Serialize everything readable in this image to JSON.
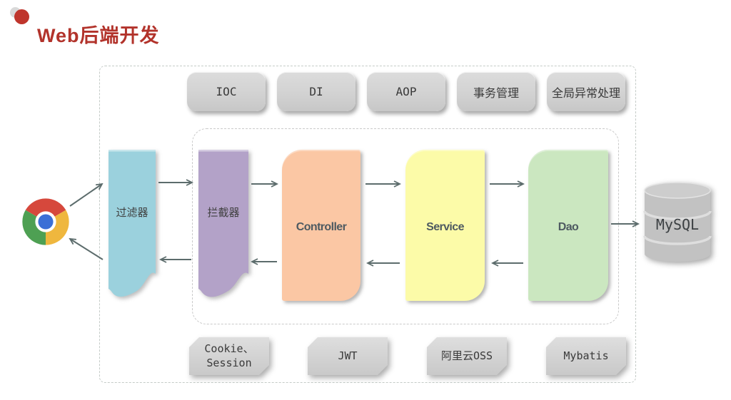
{
  "header": {
    "title": "Web后端开发"
  },
  "spring_features": {
    "items": [
      {
        "label": "IOC"
      },
      {
        "label": "DI"
      },
      {
        "label": "AOP"
      },
      {
        "label": "事务管理"
      },
      {
        "label": "全局异常处理"
      }
    ]
  },
  "pipeline": {
    "browser_icon": "chrome-browser-icon",
    "stages": [
      {
        "label": "过滤器",
        "color": "#9BD1DD"
      },
      {
        "label": "拦截器",
        "color": "#B3A2C8"
      },
      {
        "label": "Controller",
        "color": "#FBC7A4"
      },
      {
        "label": "Service",
        "color": "#FCFBA8"
      },
      {
        "label": "Dao",
        "color": "#CBE7C0"
      }
    ],
    "database": {
      "label": "MySQL",
      "color": "#C2C2C2",
      "icon": "database-cylinder-icon"
    }
  },
  "tech_tags": {
    "items": [
      {
        "label": "Cookie、Session",
        "line1": "Cookie、",
        "line2": "Session"
      },
      {
        "label": "JWT"
      },
      {
        "label": "阿里云OSS"
      },
      {
        "label": "Mybatis"
      }
    ]
  },
  "colors": {
    "title_red": "#B2332B",
    "accent_dot_red": "#BF352C",
    "arrow": "#5C6C6C",
    "tag_box_gray": "#D2D2D2",
    "outer_border": "#C4CBC7",
    "inner_border": "#C9C9C9"
  }
}
